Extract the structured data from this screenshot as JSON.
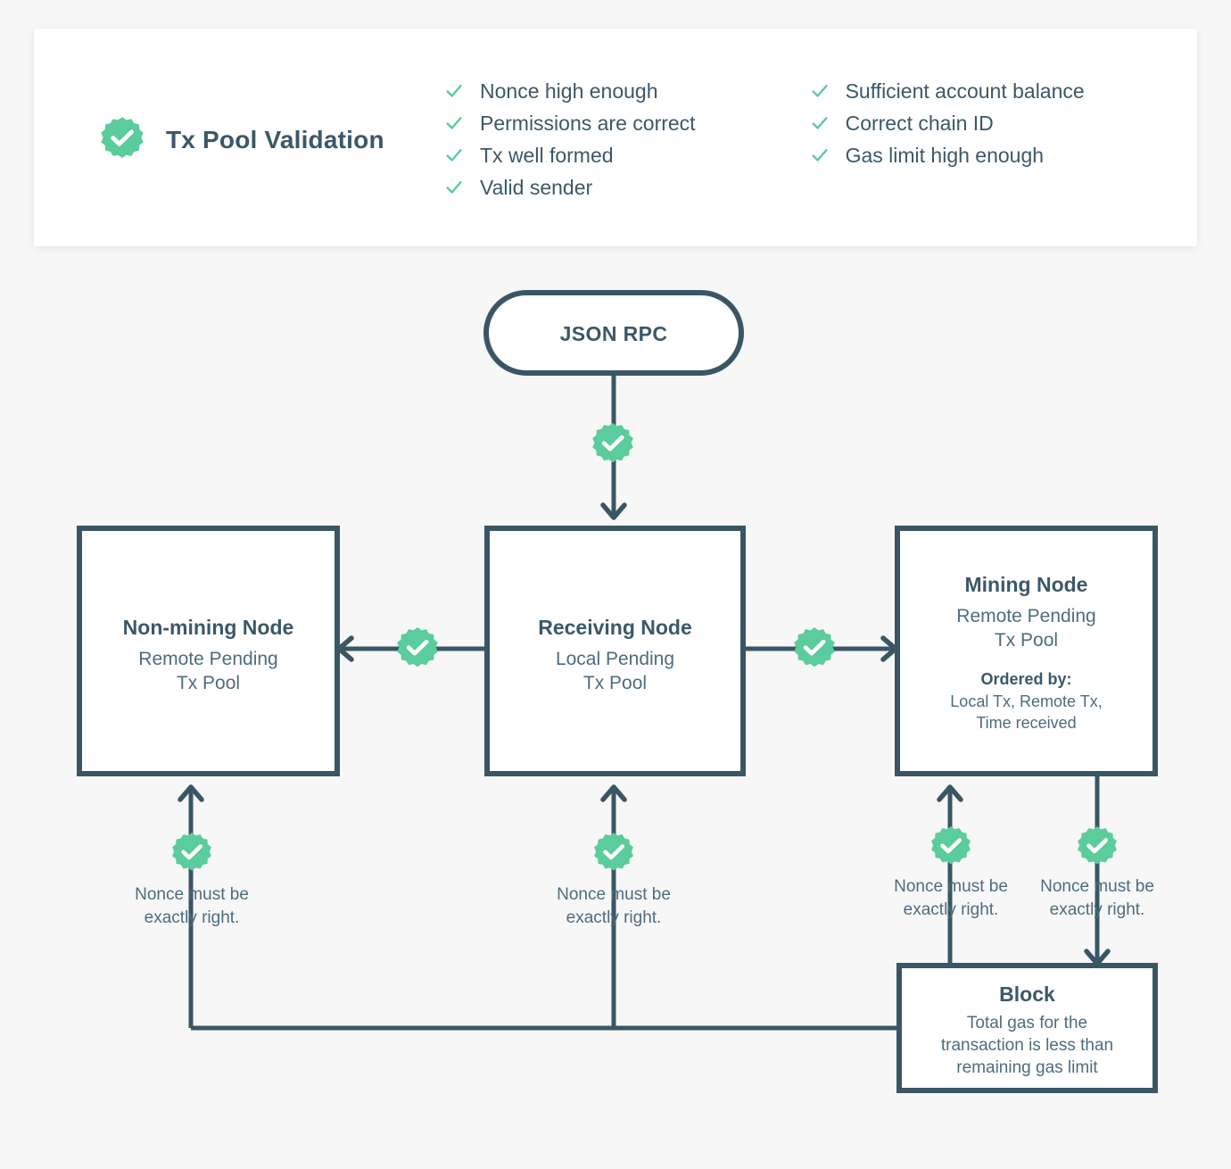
{
  "theme": {
    "page_bg": "#f7f7f7",
    "card_bg": "#ffffff",
    "navy": "#3c5868",
    "navy_line": "#3a5665",
    "green": "#5bcc9b",
    "text_muted": "#4d6d7e"
  },
  "header": {
    "badge_icon": "check-rosette-icon",
    "title": "Tx Pool Validation",
    "checks_left": [
      "Nonce high enough",
      "Permissions are correct",
      "Tx well formed",
      "Valid sender"
    ],
    "checks_right": [
      "Sufficient account balance",
      "Correct chain ID",
      "Gas limit high enough"
    ]
  },
  "diagram": {
    "json_rpc": {
      "label": "JSON RPC"
    },
    "non_mining_node": {
      "title": "Non-mining Node",
      "sub_line1": "Remote Pending",
      "sub_line2": "Tx Pool"
    },
    "receiving_node": {
      "title": "Receiving Node",
      "sub_line1": "Local Pending",
      "sub_line2": "Tx Pool"
    },
    "mining_node": {
      "title": "Mining Node",
      "sub_line1": "Remote Pending",
      "sub_line2": "Tx Pool",
      "ordered_label": "Ordered by:",
      "ordered_line1": "Local Tx, Remote Tx,",
      "ordered_line2": "Time received"
    },
    "block": {
      "title": "Block",
      "sub_line1": "Total gas for the",
      "sub_line2": "transaction is less than",
      "sub_line3": "remaining gas limit"
    },
    "edge_notes": {
      "nonce_note_line1": "Nonce must be",
      "nonce_note_line2": "exactly right."
    },
    "badge_icon": "check-rosette-icon",
    "badge_count": 7
  }
}
